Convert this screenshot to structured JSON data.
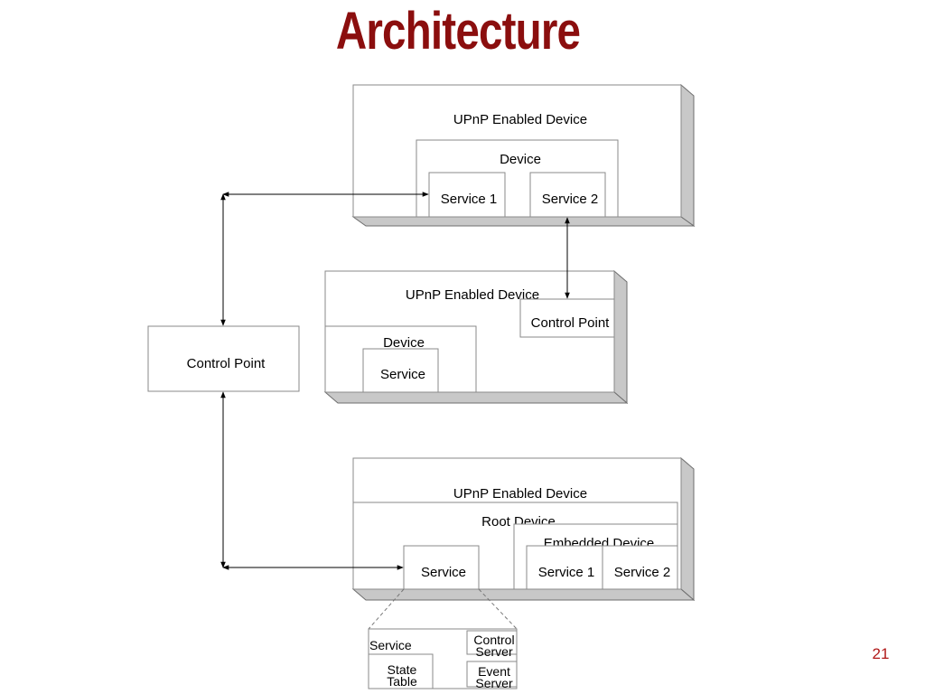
{
  "slide": {
    "title": "Architecture",
    "page_number": "21"
  },
  "device_top": {
    "title": "UPnP Enabled Device",
    "device_label": "Device",
    "service_1": "Service 1",
    "service_2": "Service 2"
  },
  "device_middle": {
    "title": "UPnP Enabled Device",
    "control_point": "Control Point",
    "device_label": "Device",
    "service": "Service"
  },
  "control_point": {
    "label": "Control Point"
  },
  "device_bottom": {
    "title": "UPnP Enabled Device",
    "root_device": "Root Device",
    "embedded_device": "Embedded Device",
    "service": "Service",
    "service_1": "Service 1",
    "service_2": "Service 2"
  },
  "service_detail": {
    "label": "Service",
    "state_table_line1": "State",
    "state_table_line2": "Table",
    "control_server_line1": "Control",
    "control_server_line2": "Server",
    "event_server_line1": "Event",
    "event_server_line2": "Server"
  },
  "colors": {
    "title": "#8b0e0e",
    "page_number": "#b01818",
    "shadow": "#c8c8c8",
    "border": "#8a8a8a"
  }
}
